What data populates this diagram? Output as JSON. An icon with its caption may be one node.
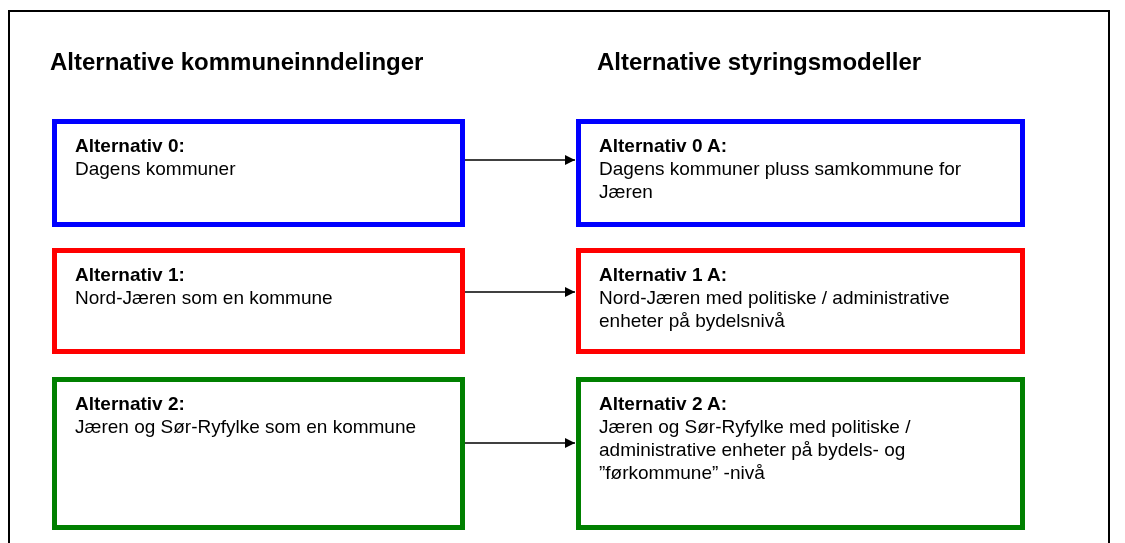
{
  "diagram": {
    "nodes": [
      {
        "text": [
          "Alternativ 0:",
          "Dagens kommuner"
        ]
      },
      {
        "text": [
          "Alternativ 0 A:",
          "Dagens kommuner pluss samkommune for Jæren"
        ]
      },
      {
        "text": [
          "Alternativ 1:",
          "Nord-Jæren som en kommune"
        ]
      },
      {
        "text": [
          "Alternativ 1 A:",
          "Nord-Jæren med politiske / administrative enheter på bydelsnivå"
        ]
      },
      {
        "text": [
          "Alternativ 2:",
          "Jæren og Sør-Ryfylke som en kommune"
        ]
      },
      {
        "text": [
          "Alternativ 2 A:",
          "Jæren og Sør-Ryfylke med politiske / administrative enheter på bydels- og ”førkommune” -nivå"
        ]
      }
    ],
    "edges": [
      {
        "from": 0,
        "to": 1,
        "arrow": "to"
      },
      {
        "from": 2,
        "to": 3,
        "arrow": "to"
      },
      {
        "from": 4,
        "to": 5,
        "arrow": "to"
      }
    ],
    "labels": [
      "Alternative kommuneinndelinger",
      "Alternative styringsmodeller"
    ]
  }
}
